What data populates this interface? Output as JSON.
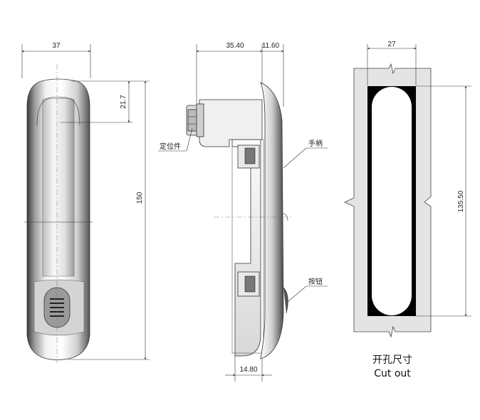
{
  "front_view": {
    "width_dim": "37",
    "height_dim": "150",
    "grip_dim": "21.7"
  },
  "side_view": {
    "depth_dim": "35.40",
    "flange_dim": "11.60",
    "bottom_dim": "14.80",
    "label_positioning_part": "定位件",
    "label_handle": "手柄",
    "label_button": "按钮"
  },
  "cutout_view": {
    "width_dim": "27",
    "height_dim": "135.50",
    "caption_cn": "开孔尺寸",
    "caption_en": "Cut out"
  },
  "colors": {
    "line": "#444444",
    "metal_light": "#e8e8e8",
    "metal_dark": "#4a4a4a",
    "panel": "#e4e4e4"
  }
}
